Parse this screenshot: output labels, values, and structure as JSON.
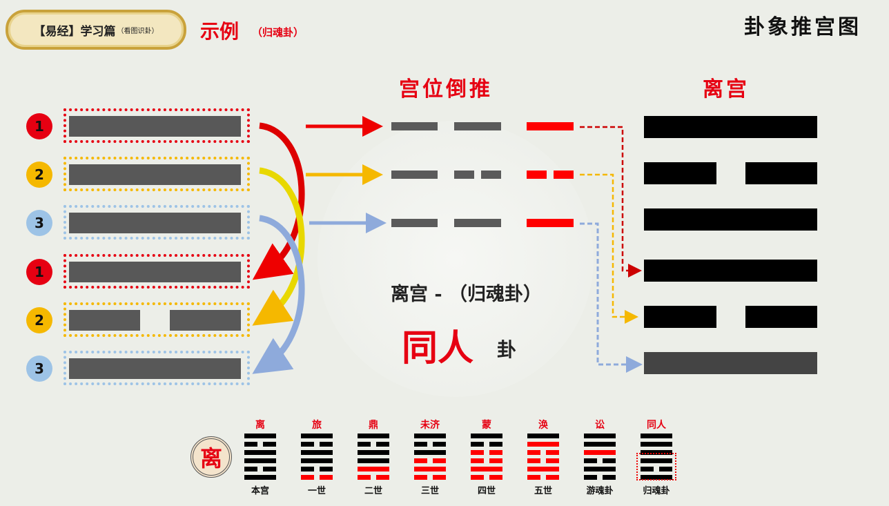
{
  "header": {
    "banner_bracket": "【易经】",
    "banner_main": "学习篇",
    "banner_sub": "（看图识卦）",
    "example": "示例",
    "example_sub": "（归魂卦）",
    "page_title": "卦象推宫图"
  },
  "left": {
    "badges": [
      "1",
      "2",
      "3",
      "1",
      "2",
      "3"
    ],
    "lines": [
      1,
      1,
      1,
      1,
      0,
      1
    ],
    "colors": [
      "#e60012",
      "#f5b800",
      "#9dc3e6"
    ]
  },
  "middle": {
    "title": "宫位倒推",
    "rows": [
      {
        "a": 1,
        "b": 1,
        "result": 1
      },
      {
        "a": 1,
        "b": 0,
        "result": 0
      },
      {
        "a": 1,
        "b": 1,
        "result": 1
      }
    ]
  },
  "right": {
    "title": "离宫",
    "lines": [
      1,
      0,
      1,
      1,
      0,
      1
    ]
  },
  "center_text": {
    "palace": "离宫 - （归魂卦）",
    "hexagram": "同人",
    "suffix": "卦"
  },
  "bottom": {
    "palace_seal": "离",
    "hexagrams": [
      {
        "name": "离",
        "label": "本宫",
        "lines": [
          1,
          0,
          1,
          1,
          0,
          1
        ],
        "red": [
          0,
          0,
          0,
          0,
          0,
          0
        ]
      },
      {
        "name": "旅",
        "label": "一世",
        "lines": [
          1,
          0,
          1,
          1,
          0,
          0
        ],
        "red": [
          0,
          0,
          0,
          0,
          0,
          1
        ]
      },
      {
        "name": "鼎",
        "label": "二世",
        "lines": [
          1,
          0,
          1,
          1,
          1,
          0
        ],
        "red": [
          0,
          0,
          0,
          0,
          1,
          1
        ]
      },
      {
        "name": "未济",
        "label": "三世",
        "lines": [
          1,
          0,
          1,
          0,
          1,
          0
        ],
        "red": [
          0,
          0,
          0,
          1,
          1,
          1
        ]
      },
      {
        "name": "蒙",
        "label": "四世",
        "lines": [
          1,
          0,
          0,
          0,
          1,
          0
        ],
        "red": [
          0,
          0,
          1,
          1,
          1,
          1
        ]
      },
      {
        "name": "涣",
        "label": "五世",
        "lines": [
          1,
          1,
          0,
          0,
          1,
          0
        ],
        "red": [
          0,
          1,
          1,
          1,
          1,
          1
        ]
      },
      {
        "name": "讼",
        "label": "游魂卦",
        "lines": [
          1,
          1,
          1,
          0,
          1,
          0
        ],
        "red": [
          0,
          0,
          1,
          0,
          0,
          0
        ]
      },
      {
        "name": "同人",
        "label": "归魂卦",
        "lines": [
          1,
          1,
          1,
          1,
          0,
          1
        ],
        "red": [
          0,
          0,
          0,
          0,
          0,
          0
        ]
      }
    ]
  }
}
